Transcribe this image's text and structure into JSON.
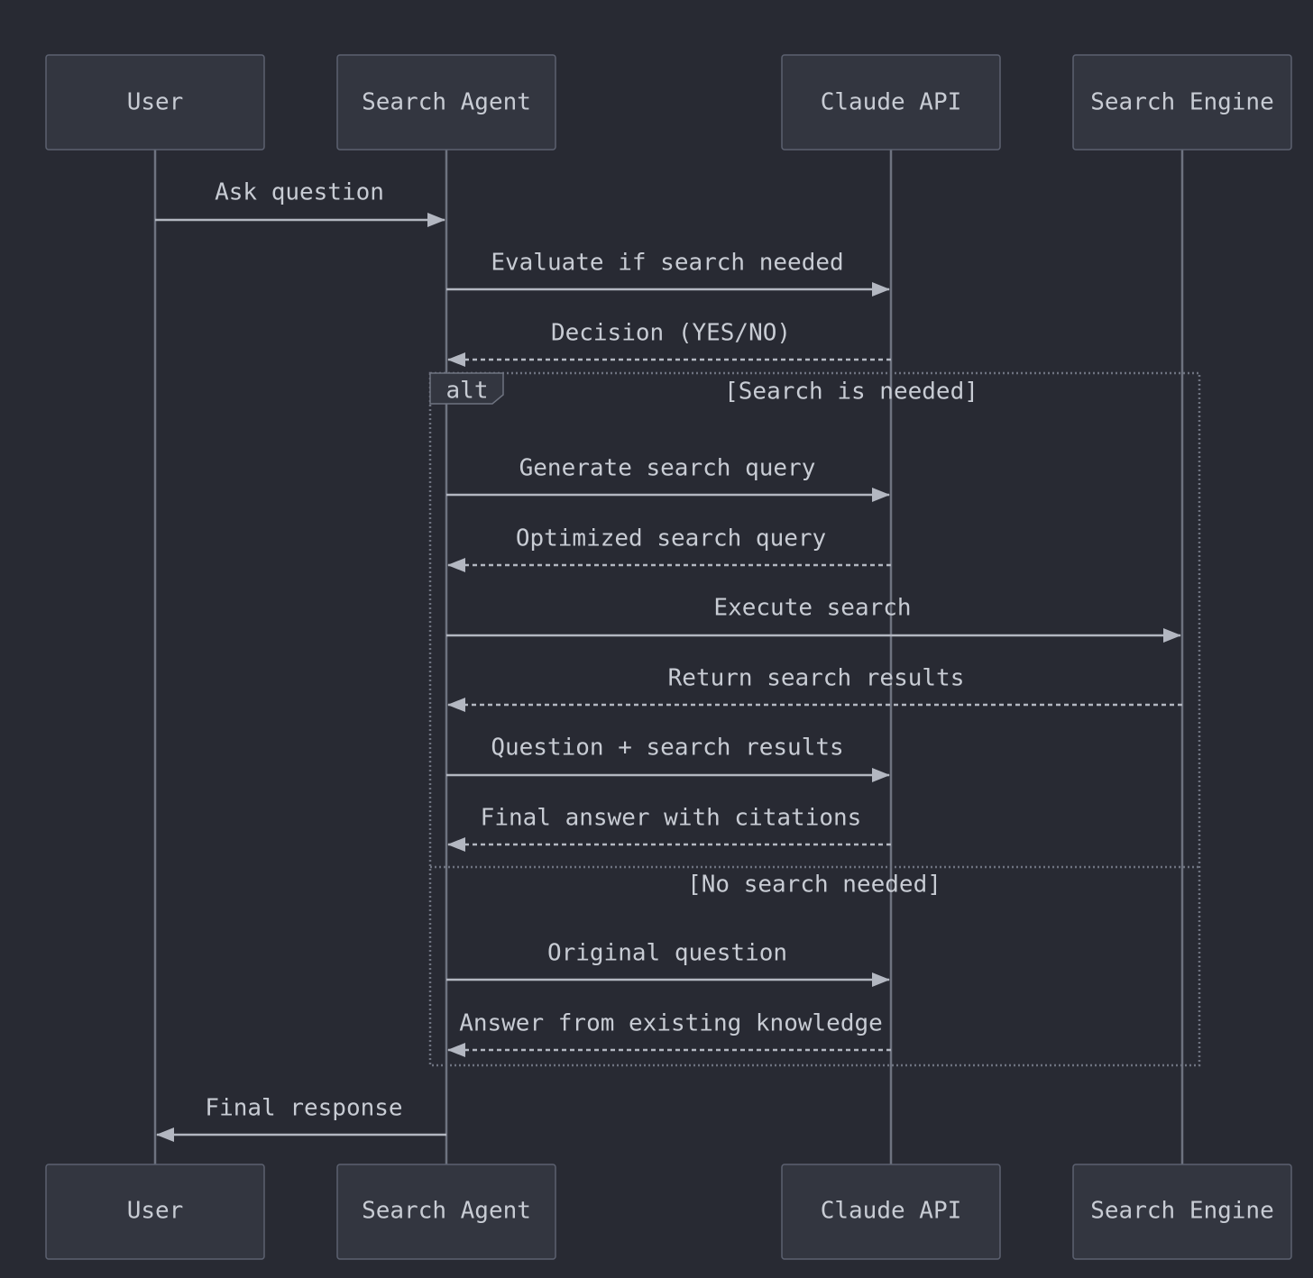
{
  "diagram": {
    "type": "sequence",
    "participants": [
      "User",
      "Search Agent",
      "Claude API",
      "Search Engine"
    ],
    "messages": [
      {
        "from": 0,
        "to": 1,
        "label": "Ask question",
        "style": "solid"
      },
      {
        "from": 1,
        "to": 2,
        "label": "Evaluate if search needed",
        "style": "solid"
      },
      {
        "from": 2,
        "to": 1,
        "label": "Decision (YES/NO)",
        "style": "dashed"
      },
      {
        "from": 1,
        "to": 2,
        "label": "Generate search query",
        "style": "solid"
      },
      {
        "from": 2,
        "to": 1,
        "label": "Optimized search query",
        "style": "dashed"
      },
      {
        "from": 1,
        "to": 3,
        "label": "Execute search",
        "style": "solid"
      },
      {
        "from": 3,
        "to": 1,
        "label": "Return search results",
        "style": "dashed"
      },
      {
        "from": 1,
        "to": 2,
        "label": "Question + search results",
        "style": "solid"
      },
      {
        "from": 2,
        "to": 1,
        "label": "Final answer with citations",
        "style": "dashed"
      },
      {
        "from": 1,
        "to": 2,
        "label": "Original question",
        "style": "solid"
      },
      {
        "from": 2,
        "to": 1,
        "label": "Answer from existing knowledge",
        "style": "dashed"
      },
      {
        "from": 1,
        "to": 0,
        "label": "Final response",
        "style": "solid"
      }
    ],
    "alt_frame": {
      "label": "alt",
      "condition_1": "[Search is needed]",
      "condition_2": "[No search needed]"
    }
  }
}
